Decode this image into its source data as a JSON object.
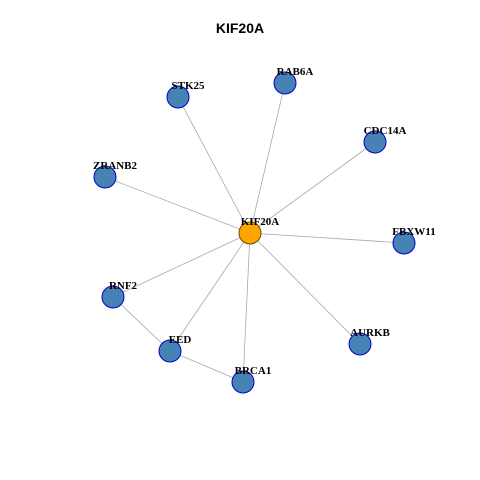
{
  "title": "KIF20A",
  "colors": {
    "hub_fill": "#FFA500",
    "node_fill": "#4682B4",
    "node_stroke": "#0000CD",
    "edge": "#A8A8A8"
  },
  "network": {
    "hub": "KIF20A",
    "nodes": [
      {
        "id": "KIF20A",
        "type": "hub"
      },
      {
        "id": "RAB6A",
        "type": "neighbor"
      },
      {
        "id": "STK25",
        "type": "neighbor"
      },
      {
        "id": "CDC14A",
        "type": "neighbor"
      },
      {
        "id": "ZRANB2",
        "type": "neighbor"
      },
      {
        "id": "FBXW11",
        "type": "neighbor"
      },
      {
        "id": "RNF2",
        "type": "neighbor"
      },
      {
        "id": "AURKB",
        "type": "neighbor"
      },
      {
        "id": "EED",
        "type": "neighbor"
      },
      {
        "id": "BRCA1",
        "type": "neighbor"
      }
    ],
    "edges": [
      [
        "KIF20A",
        "RAB6A"
      ],
      [
        "KIF20A",
        "STK25"
      ],
      [
        "KIF20A",
        "CDC14A"
      ],
      [
        "KIF20A",
        "ZRANB2"
      ],
      [
        "KIF20A",
        "FBXW11"
      ],
      [
        "KIF20A",
        "RNF2"
      ],
      [
        "KIF20A",
        "AURKB"
      ],
      [
        "KIF20A",
        "EED"
      ],
      [
        "KIF20A",
        "BRCA1"
      ],
      [
        "RNF2",
        "EED"
      ],
      [
        "EED",
        "BRCA1"
      ]
    ]
  }
}
